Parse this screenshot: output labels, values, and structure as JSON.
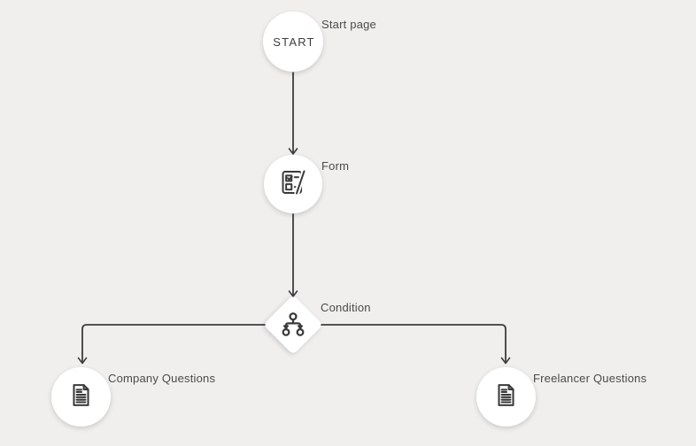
{
  "diagram": {
    "type": "flow-builder-canvas",
    "nodes": {
      "start": {
        "id": "start",
        "kind": "start-page",
        "text": "START",
        "label": "Start page"
      },
      "form": {
        "id": "form",
        "kind": "form",
        "label": "Form",
        "icon": "form-pencil-icon"
      },
      "condition": {
        "id": "condition",
        "kind": "condition",
        "label": "Condition",
        "icon": "branch-split-icon"
      },
      "company": {
        "id": "company",
        "kind": "questions",
        "label": "Company Questions",
        "icon": "document-icon"
      },
      "freelancer": {
        "id": "freelancer",
        "kind": "questions",
        "label": "Freelancer Questions",
        "icon": "document-icon"
      }
    },
    "edges": [
      {
        "from": "start",
        "to": "form"
      },
      {
        "from": "form",
        "to": "condition"
      },
      {
        "from": "condition",
        "to": "company"
      },
      {
        "from": "condition",
        "to": "freelancer"
      }
    ],
    "colors": {
      "background": "#f1efed",
      "connector": "#3d3d3d",
      "node_fill": "#ffffff",
      "icon_stroke": "#3a3a3a",
      "label_text": "#4a4a4a",
      "start_text": "#3d3d3d"
    }
  }
}
